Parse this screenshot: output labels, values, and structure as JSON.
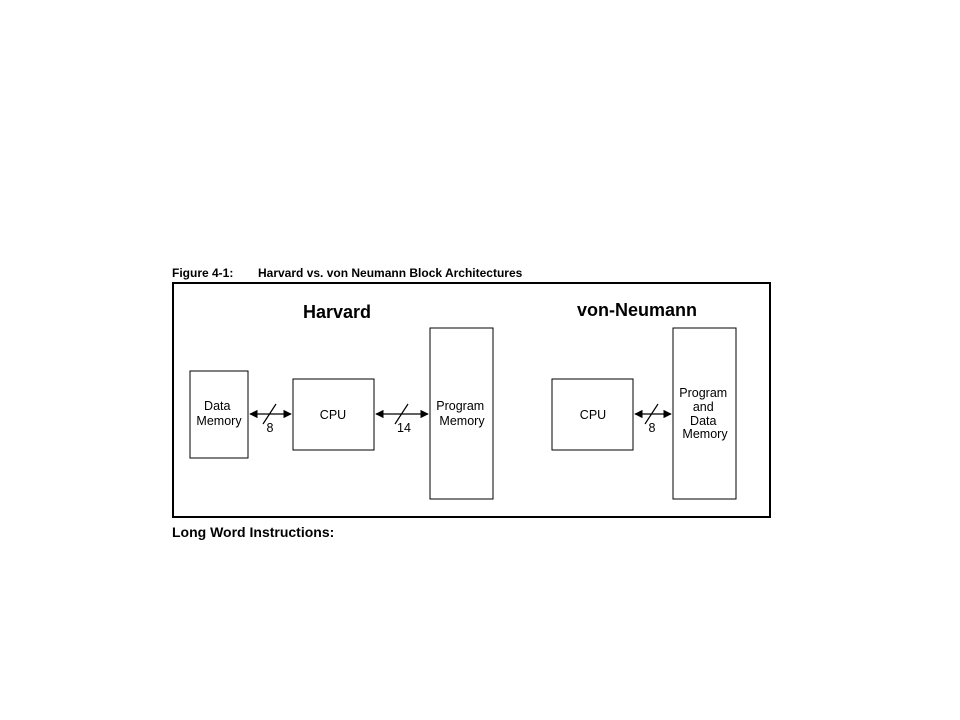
{
  "figure": {
    "number": "Figure 4-1:",
    "title": "Harvard vs. von Neumann Block Architectures"
  },
  "harvard": {
    "heading": "Harvard",
    "data_memory": [
      "Data",
      "Memory"
    ],
    "cpu": "CPU",
    "program_memory": [
      "Program",
      "Memory"
    ],
    "bus_data_width": "8",
    "bus_program_width": "14"
  },
  "von_neumann": {
    "heading": "von-Neumann",
    "cpu": "CPU",
    "memory": [
      "Program",
      "and",
      "Data",
      "Memory"
    ],
    "bus_width": "8"
  },
  "footer": {
    "text": "Long Word Instructions:"
  },
  "colors": {
    "line": "#000000",
    "background": "#ffffff"
  }
}
